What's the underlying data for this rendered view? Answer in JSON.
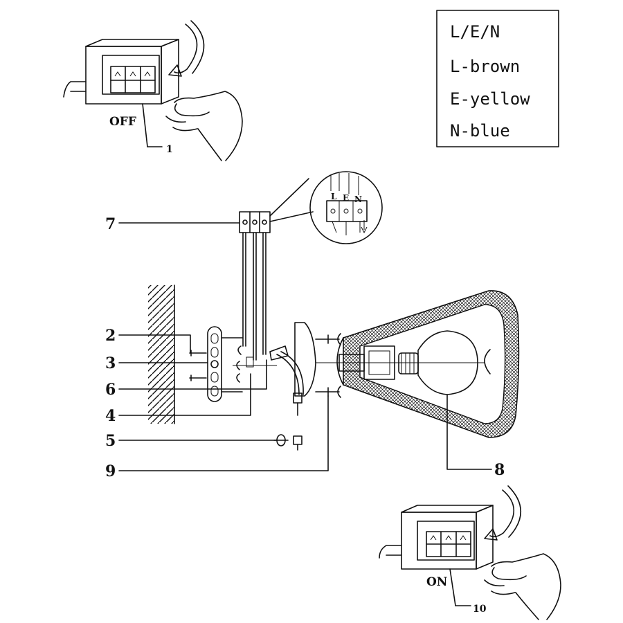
{
  "legend": {
    "lines": [
      "L/E/N",
      "L-brown",
      "E-yellow",
      "N-blue"
    ]
  },
  "switch_off": {
    "label": "OFF",
    "number": "1"
  },
  "switch_on": {
    "label": "ON",
    "number": "10"
  },
  "terminal_labels": [
    "L",
    "E",
    "N"
  ],
  "callouts": {
    "c2": "2",
    "c3": "3",
    "c4": "4",
    "c5": "5",
    "c6": "6",
    "c7": "7",
    "c8": "8",
    "c9": "9"
  }
}
